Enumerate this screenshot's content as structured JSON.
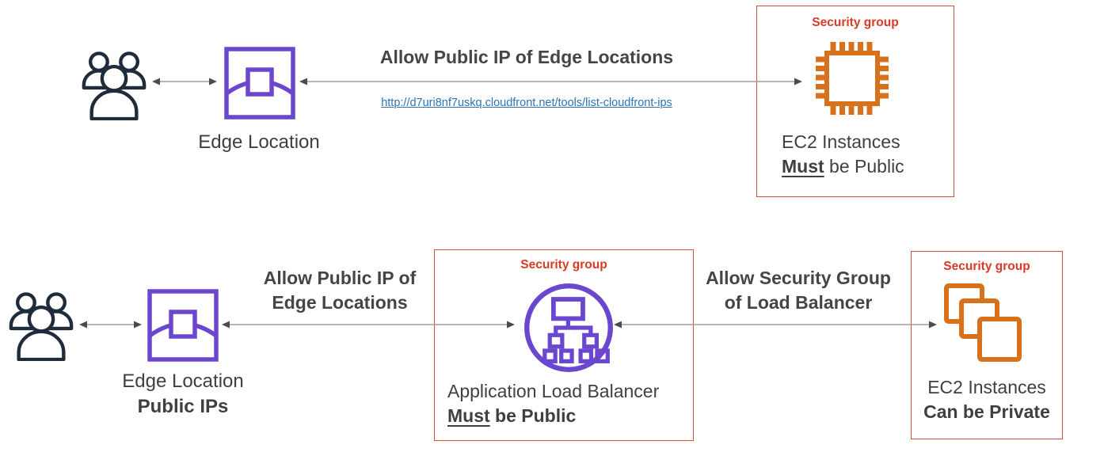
{
  "colors": {
    "purple": "#6B47D0",
    "orange": "#D8711C",
    "security_red": "#D93A26",
    "box_border_red": "#CE4F38",
    "text_dark": "#3F3F3F",
    "link_blue": "#2E74B5",
    "users_navy": "#1F2C3C",
    "arrow_gray": "#9D9D9D"
  },
  "top_flow": {
    "edge_location_label": "Edge Location",
    "connection_label": "Allow Public IP of Edge Locations",
    "cloudfront_ips_link": "http://d7uri8nf7uskq.cloudfront.net/tools/list-cloudfront-ips",
    "security_group": {
      "label": "Security group",
      "node_label": "EC2 Instances",
      "qualifier_emphasis": "Must",
      "qualifier_rest": " be Public"
    }
  },
  "bottom_flow": {
    "edge_location_label": "Edge Location",
    "edge_location_sublabel": "Public IPs",
    "left_connection_line1": "Allow Public IP of",
    "left_connection_line2": "Edge Locations",
    "alb_group": {
      "label": "Security group",
      "node_label": "Application Load Balancer",
      "qualifier_emphasis": "Must",
      "qualifier_rest": " be Public"
    },
    "right_connection_line1": "Allow Security Group",
    "right_connection_line2": "of Load Balancer",
    "ec2_group": {
      "label": "Security group",
      "node_label": "EC2 Instances",
      "qualifier": "Can be Private"
    }
  }
}
